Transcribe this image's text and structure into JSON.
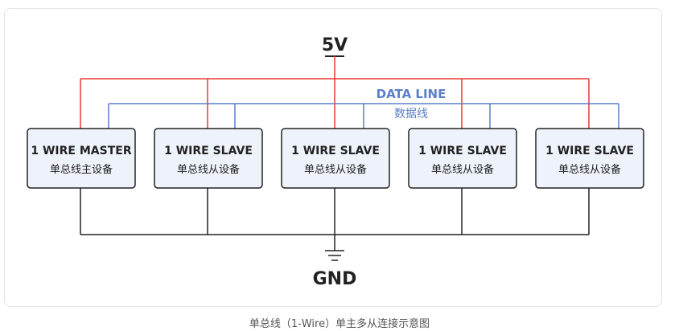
{
  "diagram": {
    "power_label": "5V",
    "ground_label": "GND",
    "data_line_label": "DATA LINE",
    "data_line_sublabel": "数据线",
    "devices": [
      {
        "title": "1 WIRE MASTER",
        "subtitle": "单总线主设备"
      },
      {
        "title": "1 WIRE SLAVE",
        "subtitle": "单总线从设备"
      },
      {
        "title": "1 WIRE SLAVE",
        "subtitle": "单总线从设备"
      },
      {
        "title": "1 WIRE SLAVE",
        "subtitle": "单总线从设备"
      },
      {
        "title": "1 WIRE SLAVE",
        "subtitle": "单总线从设备"
      }
    ],
    "colors": {
      "power": "#e53935",
      "data": "#5b7fc9",
      "ground": "#222222",
      "device_fill": "#eef3fb",
      "device_stroke": "#222222"
    }
  },
  "caption": "单总线（1-Wire）单主多从连接示意图"
}
